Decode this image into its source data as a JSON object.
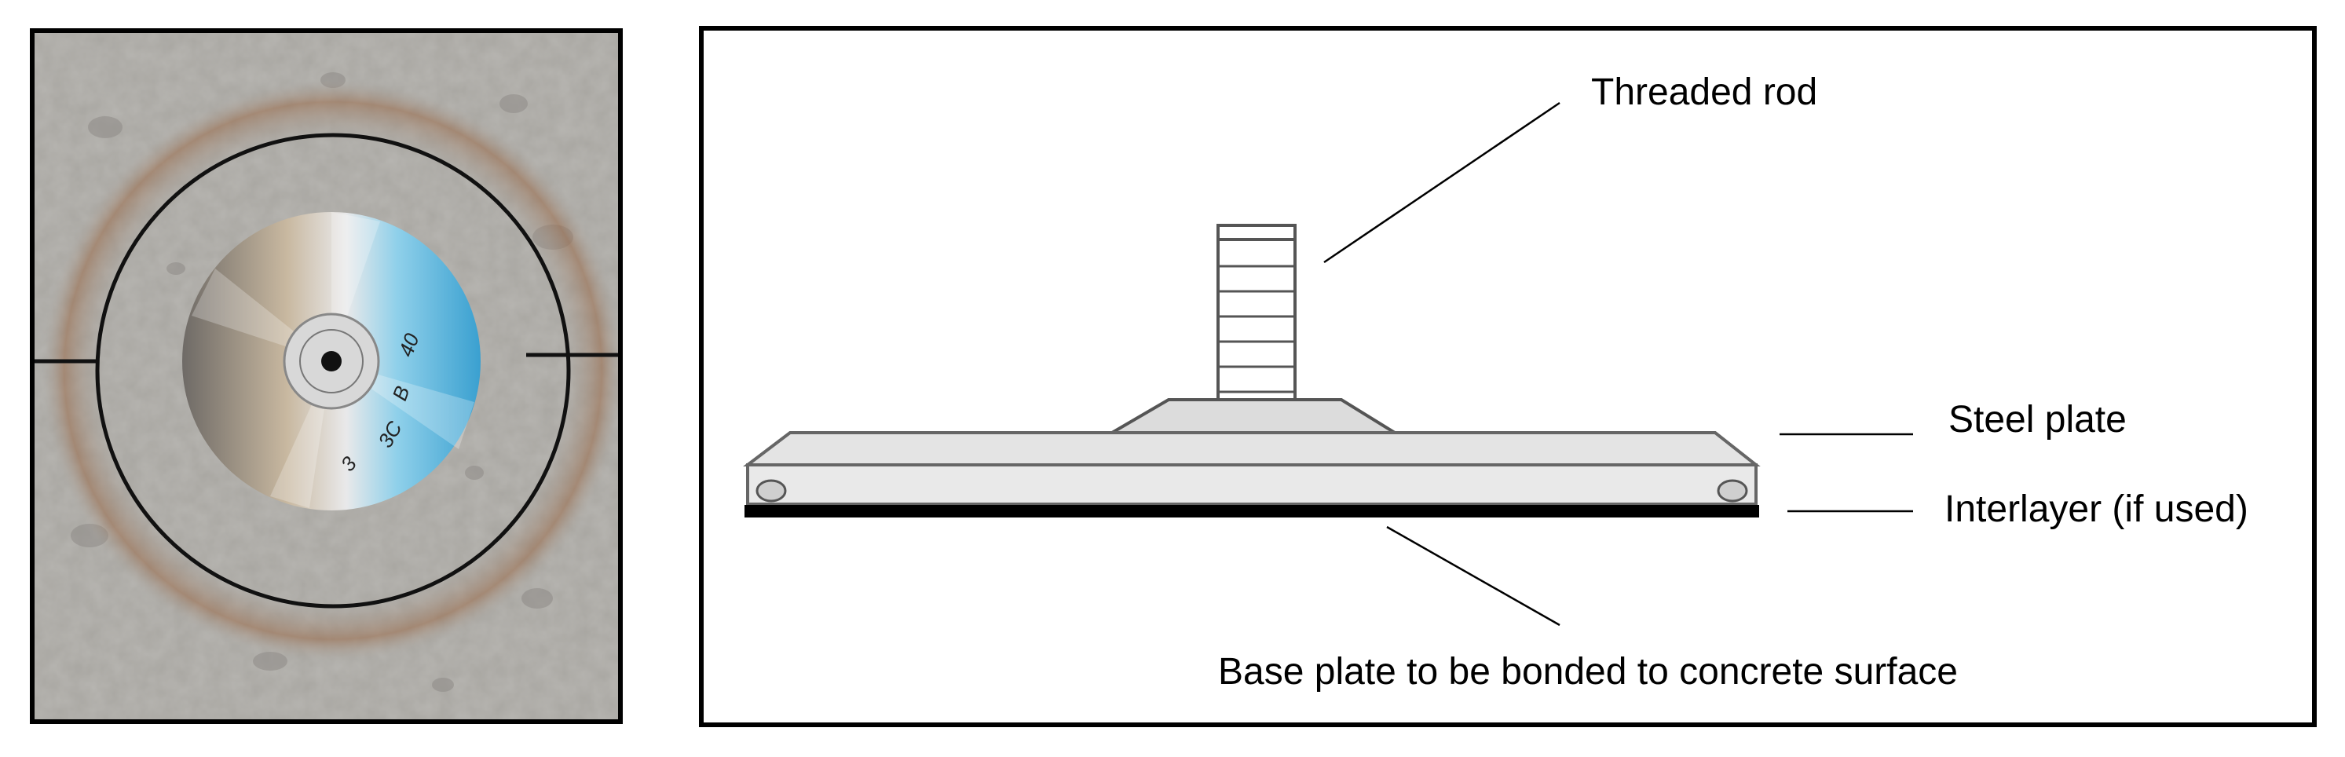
{
  "callouts": {
    "threaded_rod": "Threaded rod",
    "steel_plate": "Steel plate",
    "interlayer": "Interlayer (if used)",
    "base_plate": "Base plate to be bonded to concrete surface"
  },
  "photo": {
    "disc_markings": [
      "40",
      "B",
      "3C",
      "3"
    ]
  },
  "colors": {
    "frame": "#000000",
    "concrete": "#a8a6a1",
    "marker_circle": "#111111",
    "plate_fill": "#dcdcdc",
    "plate_edge": "#7a7a7a",
    "interlayer": "#000000"
  }
}
